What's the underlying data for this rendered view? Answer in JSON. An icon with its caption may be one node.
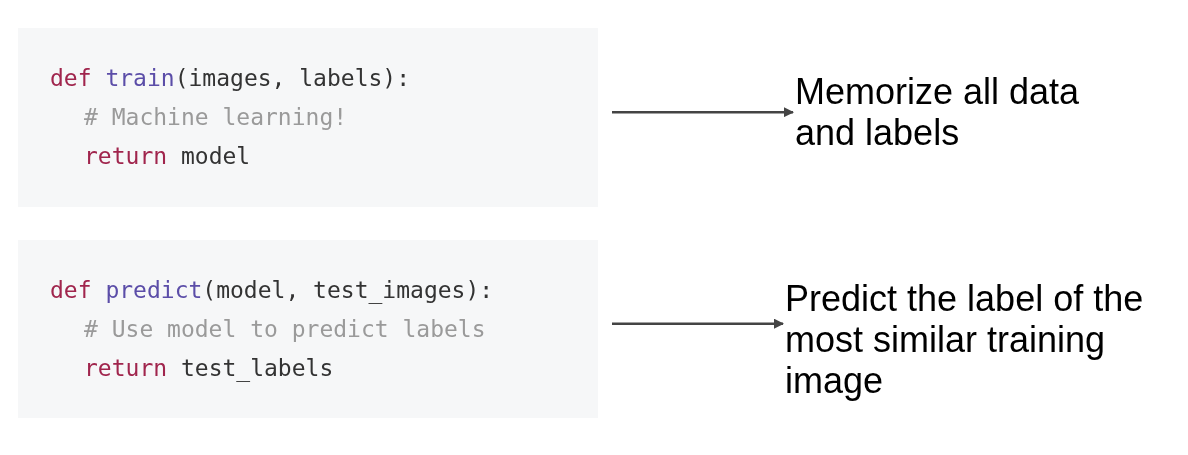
{
  "diagram": {
    "nodes": [
      {
        "text": [
          "def train(images, labels):",
          "# Machine learning!",
          "return model"
        ]
      },
      {
        "text": [
          "Memorize all data and labels"
        ]
      },
      {
        "text": [
          "def predict(model, test_images):",
          "# Use model to predict labels",
          "return test_labels"
        ]
      },
      {
        "text": [
          "Predict the label of the most similar training image"
        ]
      }
    ],
    "edges": [
      {
        "from": 0,
        "to": 1,
        "arrow": "to"
      },
      {
        "from": 2,
        "to": 3,
        "arrow": "to"
      }
    ]
  }
}
